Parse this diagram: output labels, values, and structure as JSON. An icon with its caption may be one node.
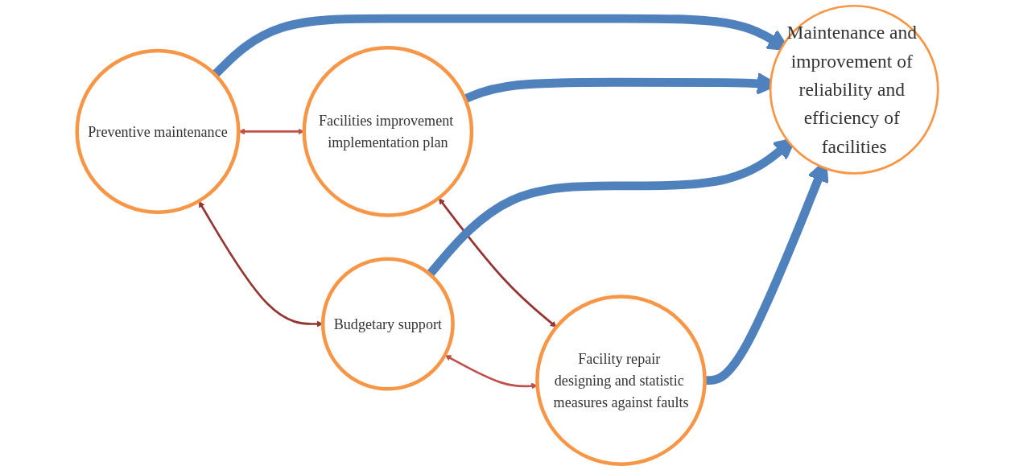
{
  "diagram": {
    "nodes": [
      {
        "text": [
          "Preventive maintenance"
        ]
      },
      {
        "text": [
          "Facilities improvement implementation plan"
        ]
      },
      {
        "text": [
          "Maintenance and improvement of reliability and efficiency of facilities"
        ]
      },
      {
        "text": [
          "Budgetary support"
        ]
      },
      {
        "text": [
          "Facility repair designing and statistic measures against faults"
        ]
      }
    ],
    "edges": [
      {
        "from": 0,
        "to": 1,
        "arrow": "both",
        "color": "#c0504d"
      },
      {
        "from": 0,
        "to": 2,
        "arrow": "to",
        "style": "thick",
        "color": "#4f81bd"
      },
      {
        "from": 1,
        "to": 2,
        "arrow": "to",
        "style": "thick",
        "color": "#4f81bd"
      },
      {
        "from": 0,
        "to": 3,
        "arrow": "both",
        "color": "#943634"
      },
      {
        "from": 1,
        "to": 4,
        "arrow": "both",
        "color": "#943634"
      },
      {
        "from": 3,
        "to": 2,
        "arrow": "to",
        "style": "thick",
        "color": "#4f81bd"
      },
      {
        "from": 4,
        "to": 2,
        "arrow": "to",
        "style": "thick",
        "color": "#4f81bd"
      },
      {
        "from": 3,
        "to": 4,
        "arrow": "both",
        "color": "#c0504d"
      }
    ]
  }
}
